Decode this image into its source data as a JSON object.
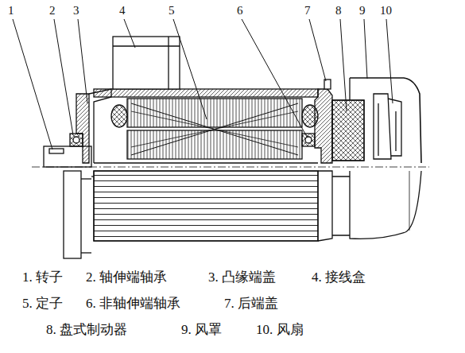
{
  "diagram": {
    "labels": [
      "1",
      "2",
      "3",
      "4",
      "5",
      "6",
      "7",
      "8",
      "9",
      "10",
      "1. 转子",
      "2. 轴伸端轴承",
      "3. 凸缘端盖",
      "4. 接线盒",
      "5. 定子",
      "6. 非轴伸端轴承",
      "7. 后端盖",
      "8. 盘式制动器",
      "9. 风罩",
      "10. 风扇"
    ]
  }
}
